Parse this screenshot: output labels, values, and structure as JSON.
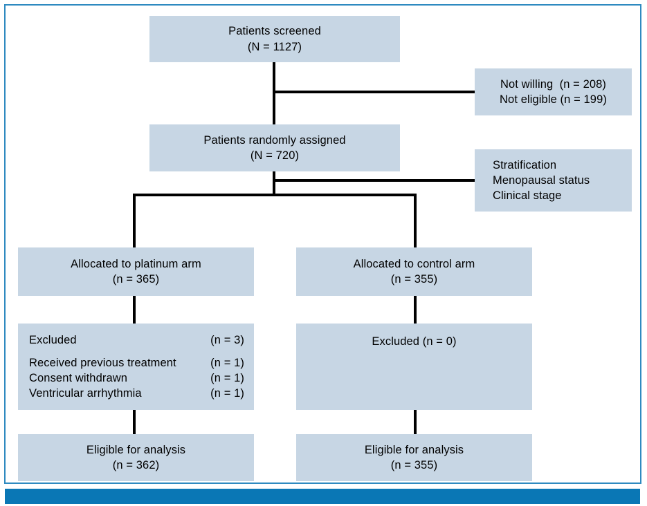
{
  "figure": {
    "type": "consort-flow-diagram",
    "accent_color": "#0a77b5",
    "frame_color": "#2e8ac0",
    "box_fill": "#c7d6e4",
    "line_color": "#000000"
  },
  "nodes": {
    "screened": {
      "line1": "Patients screened",
      "line2": "(N = 1127)"
    },
    "excluded_screening": {
      "line1": "Not willing  (n = 208)",
      "line2": "Not eligible (n = 199)"
    },
    "randomized": {
      "line1": "Patients randomly assigned",
      "line2": "(N = 720)"
    },
    "stratification": {
      "line1": "Stratification",
      "line2": "Menopausal status",
      "line3": "Clinical stage"
    },
    "allocated_platinum": {
      "line1": "Allocated to platinum arm",
      "line2": "(n = 365)"
    },
    "allocated_control": {
      "line1": "Allocated to control arm",
      "line2": "(n = 355)"
    },
    "excluded_platinum": {
      "rows": [
        {
          "label": "Excluded",
          "count": "(n = 3)"
        },
        {
          "label": "Received previous treatment",
          "count": "(n = 1)"
        },
        {
          "label": "Consent withdrawn",
          "count": "(n = 1)"
        },
        {
          "label": "Ventricular arrhythmia",
          "count": "(n = 1)"
        }
      ]
    },
    "excluded_control": {
      "line1": "Excluded (n = 0)"
    },
    "eligible_platinum": {
      "line1": "Eligible for analysis",
      "line2": "(n = 362)"
    },
    "eligible_control": {
      "line1": "Eligible for analysis",
      "line2": "(n = 355)"
    }
  }
}
